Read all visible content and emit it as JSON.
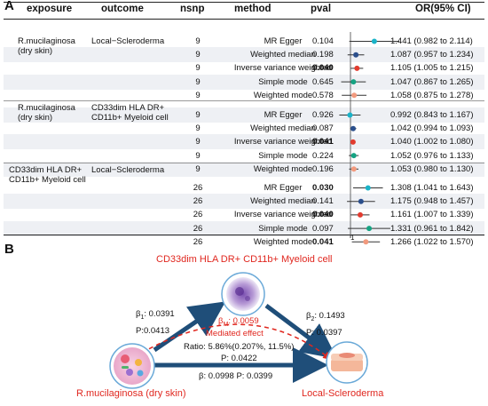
{
  "panel_a": {
    "label": "A",
    "headers": {
      "exposure": "exposure",
      "outcome": "outcome",
      "nsnp": "nsnp",
      "method": "method",
      "pval": "pval",
      "or": "OR(95% CI)"
    },
    "groups": [
      {
        "exposure": [
          "R.mucilaginosa",
          "(dry skin)"
        ],
        "outcome": [
          "Local−Scleroderma"
        ]
      },
      {
        "exposure": [
          "R.mucilaginosa",
          "(dry skin)"
        ],
        "outcome": [
          "CD33dim HLA DR+",
          "CD11b+ Myeloid cell"
        ]
      },
      {
        "exposure": [
          "CD33dim HLA DR+",
          "CD11b+ Myeloid cell"
        ],
        "outcome": [
          "Local−Scleroderma"
        ]
      }
    ],
    "rows": [
      {
        "nsnp": "9",
        "method": "MR Egger",
        "pval": "0.104",
        "bold": false,
        "or": "1.441 (0.982 to 2.114)",
        "est": 1.441,
        "lo": 0.982,
        "hi": 2.114,
        "color": "#1ab3c8"
      },
      {
        "nsnp": "9",
        "method": "Weighted median",
        "pval": "0.198",
        "bold": false,
        "or": "1.087 (0.957 to 1.234)",
        "est": 1.087,
        "lo": 0.957,
        "hi": 1.234,
        "color": "#2b4f8c"
      },
      {
        "nsnp": "9",
        "method": "Inverse variance weighted",
        "pval": "0.040",
        "bold": true,
        "or": "1.105 (1.005 to 1.215)",
        "est": 1.105,
        "lo": 1.005,
        "hi": 1.215,
        "color": "#e23b2e"
      },
      {
        "nsnp": "9",
        "method": "Simple mode",
        "pval": "0.645",
        "bold": false,
        "or": "1.047 (0.867 to 1.265)",
        "est": 1.047,
        "lo": 0.867,
        "hi": 1.265,
        "color": "#15a383"
      },
      {
        "nsnp": "9",
        "method": "Weighted mode",
        "pval": "0.578",
        "bold": false,
        "or": "1.058 (0.875 to 1.278)",
        "est": 1.058,
        "lo": 0.875,
        "hi": 1.278,
        "color": "#f29a7e"
      },
      {
        "nsnp": "9",
        "method": "MR Egger",
        "pval": "0.926",
        "bold": false,
        "or": "0.992 (0.843 to 1.167)",
        "est": 0.992,
        "lo": 0.843,
        "hi": 1.167,
        "color": "#1ab3c8"
      },
      {
        "nsnp": "9",
        "method": "Weighted median",
        "pval": "0.087",
        "bold": false,
        "or": "1.042 (0.994 to 1.093)",
        "est": 1.042,
        "lo": 0.994,
        "hi": 1.093,
        "color": "#2b4f8c"
      },
      {
        "nsnp": "9",
        "method": "Inverse variance weighted",
        "pval": "0.041",
        "bold": true,
        "or": "1.040 (1.002 to 1.080)",
        "est": 1.04,
        "lo": 1.002,
        "hi": 1.08,
        "color": "#e23b2e"
      },
      {
        "nsnp": "9",
        "method": "Simple mode",
        "pval": "0.224",
        "bold": false,
        "or": "1.052 (0.976 to 1.133)",
        "est": 1.052,
        "lo": 0.976,
        "hi": 1.133,
        "color": "#15a383"
      },
      {
        "nsnp": "9",
        "method": "Weighted mode",
        "pval": "0.196",
        "bold": false,
        "or": "1.053 (0.980 to 1.130)",
        "est": 1.053,
        "lo": 0.98,
        "hi": 1.13,
        "color": "#f29a7e"
      },
      {
        "nsnp": "26",
        "method": "MR Egger",
        "pval": "0.030",
        "bold": true,
        "or": "1.308 (1.041 to 1.643)",
        "est": 1.308,
        "lo": 1.041,
        "hi": 1.643,
        "color": "#1ab3c8"
      },
      {
        "nsnp": "26",
        "method": "Weighted median",
        "pval": "0.141",
        "bold": false,
        "or": "1.175 (0.948 to 1.457)",
        "est": 1.175,
        "lo": 0.948,
        "hi": 1.457,
        "color": "#2b4f8c"
      },
      {
        "nsnp": "26",
        "method": "Inverse variance weighted",
        "pval": "0.040",
        "bold": true,
        "or": "1.161 (1.007 to 1.339)",
        "est": 1.161,
        "lo": 1.007,
        "hi": 1.339,
        "color": "#e23b2e"
      },
      {
        "nsnp": "26",
        "method": "Simple mode",
        "pval": "0.097",
        "bold": false,
        "or": "1.331 (0.961 to 1.842)",
        "est": 1.331,
        "lo": 0.961,
        "hi": 1.842,
        "color": "#15a383"
      },
      {
        "nsnp": "26",
        "method": "Weighted mode",
        "pval": "0.041",
        "bold": true,
        "or": "1.266 (1.022 to 1.570)",
        "est": 1.266,
        "lo": 1.022,
        "hi": 1.57,
        "color": "#f29a7e"
      }
    ],
    "axis_label": "1"
  },
  "panel_b": {
    "label": "B",
    "mediator": "CD33dim HLA DR+ CD11b+ Myeloid cell",
    "exposure": "R.mucilaginosa (dry skin)",
    "outcome": "Local-Scleroderma",
    "beta1": {
      "sym": "β",
      "sub": "1",
      "val": ": 0.0391",
      "p": "P:0.0413"
    },
    "beta2": {
      "sym": "β",
      "sub": "2",
      "val": ":  0.1493",
      "p": "P: 0.0397"
    },
    "betaM": {
      "sym": "β",
      "sub": "M",
      "val": ": 0.0059"
    },
    "mediated_title": "Mediated effect",
    "ratio": "Ratio: 5.86%(0.207%, 11.5%)",
    "ratio_p": "P: 0.0422",
    "direct": "β:  0.0998  P: 0.0399",
    "colors": {
      "arrow": "#1f4e79",
      "red": "#e0271f",
      "node_ring": "#6aa9d8"
    }
  }
}
